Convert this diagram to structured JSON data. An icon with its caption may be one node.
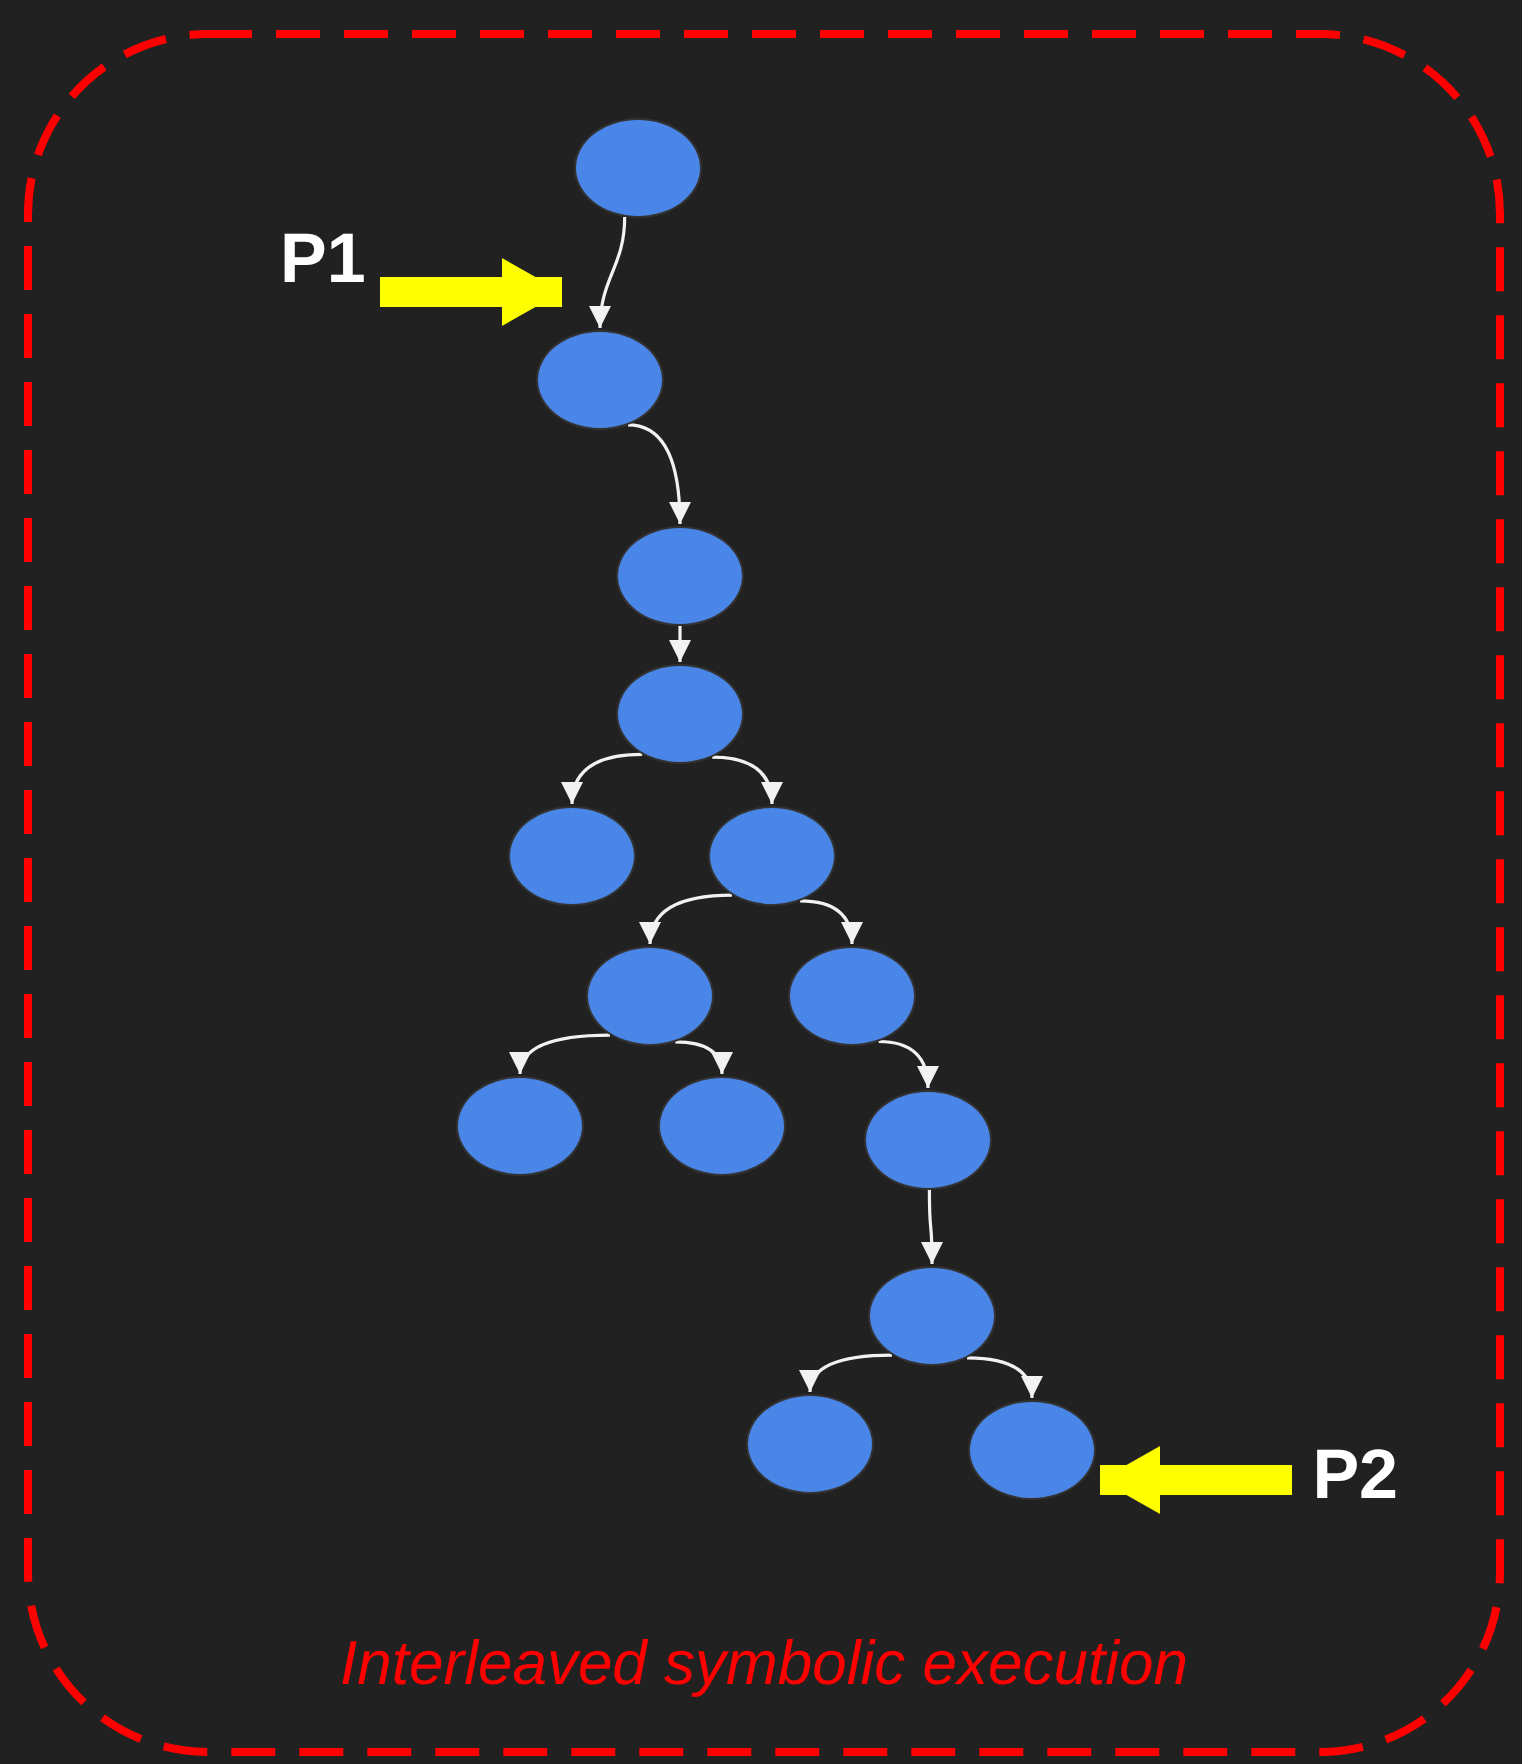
{
  "diagram": {
    "nodes": [
      {
        "text": [
          "Interleaved symbolic execution"
        ]
      },
      {
        "text": [],
        "shape": "circle",
        "in": 0
      },
      {
        "text": [],
        "shape": "circle",
        "in": 0
      },
      {
        "text": [],
        "shape": "circle",
        "in": 0
      },
      {
        "text": [],
        "shape": "circle",
        "in": 0
      },
      {
        "text": [],
        "shape": "circle",
        "in": 0
      },
      {
        "text": [],
        "shape": "circle",
        "in": 0
      },
      {
        "text": [],
        "shape": "circle",
        "in": 0
      },
      {
        "text": [],
        "shape": "circle",
        "in": 0
      },
      {
        "text": [],
        "shape": "circle",
        "in": 0
      },
      {
        "text": [],
        "shape": "circle",
        "in": 0
      },
      {
        "text": [],
        "shape": "circle",
        "in": 0
      },
      {
        "text": [],
        "shape": "circle",
        "in": 0
      },
      {
        "text": [],
        "shape": "circle",
        "in": 0
      },
      {
        "text": [],
        "shape": "circle",
        "in": 0
      },
      {
        "text": [
          "P1"
        ],
        "in": 0
      },
      {
        "text": [
          "P2"
        ],
        "in": 0
      }
    ],
    "edges": [
      {
        "from": 1,
        "to": 2,
        "arrow": "to"
      },
      {
        "from": 2,
        "to": 3,
        "arrow": "to"
      },
      {
        "from": 3,
        "to": 4,
        "arrow": "to"
      },
      {
        "from": 4,
        "to": 5,
        "arrow": "to"
      },
      {
        "from": 4,
        "to": 6,
        "arrow": "to"
      },
      {
        "from": 6,
        "to": 7,
        "arrow": "to"
      },
      {
        "from": 6,
        "to": 8,
        "arrow": "to"
      },
      {
        "from": 7,
        "to": 9,
        "arrow": "to"
      },
      {
        "from": 7,
        "to": 10,
        "arrow": "to"
      },
      {
        "from": 8,
        "to": 11,
        "arrow": "to"
      },
      {
        "from": 11,
        "to": 12,
        "arrow": "to"
      },
      {
        "from": 12,
        "to": 13,
        "arrow": "to"
      },
      {
        "from": 12,
        "to": 14,
        "arrow": "to"
      },
      {
        "from": 15,
        "to": 1,
        "arrow": "to",
        "style": "thick",
        "color": "#ffff00"
      },
      {
        "from": 16,
        "to": 14,
        "arrow": "to",
        "style": "thick",
        "color": "#ffff00"
      }
    ]
  }
}
